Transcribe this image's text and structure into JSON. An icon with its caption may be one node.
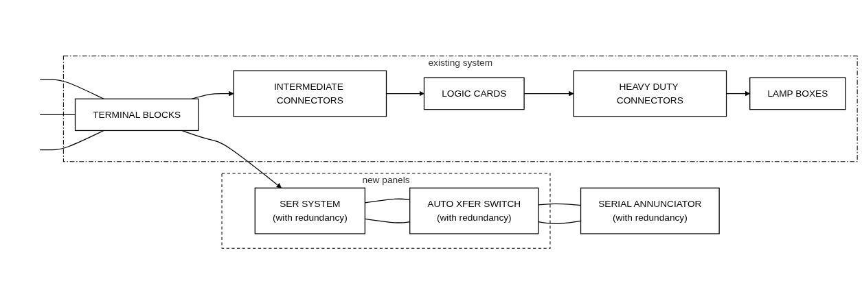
{
  "diagram": {
    "nodes": [
      {
        "text": [
          "existing system"
        ]
      },
      {
        "text": [
          "TERMINAL BLOCKS"
        ],
        "in": 0
      },
      {
        "text": [
          "INTERMEDIATE CONNECTORS"
        ],
        "in": 0
      },
      {
        "text": [
          "LOGIC CARDS"
        ],
        "in": 0
      },
      {
        "text": [
          "HEAVY DUTY CONNECTORS"
        ],
        "in": 0
      },
      {
        "text": [
          "LAMP BOXES"
        ],
        "in": 0
      },
      {
        "text": [
          "new panels"
        ]
      },
      {
        "text": [
          "SER SYSTEM",
          "(with redundancy)"
        ],
        "in": 6
      },
      {
        "text": [
          "AUTO XFER SWITCH",
          "(with redundancy)"
        ],
        "in": 6
      },
      {
        "text": [
          "SERIAL ANNUNCIATOR",
          "(with redundancy)"
        ]
      }
    ],
    "edges": [
      {
        "from": null,
        "to": 1,
        "arrow": "none"
      },
      {
        "from": null,
        "to": 1,
        "arrow": "none"
      },
      {
        "from": null,
        "to": 1,
        "arrow": "none"
      },
      {
        "from": 1,
        "to": 2,
        "arrow": "to"
      },
      {
        "from": 1,
        "to": 7,
        "arrow": "to"
      },
      {
        "from": 2,
        "to": 3,
        "arrow": "to"
      },
      {
        "from": 3,
        "to": 4,
        "arrow": "to"
      },
      {
        "from": 4,
        "to": 5,
        "arrow": "to"
      },
      {
        "from": 7,
        "to": 8,
        "arrow": "none"
      },
      {
        "from": 7,
        "to": 8,
        "arrow": "none"
      },
      {
        "from": 8,
        "to": 9,
        "arrow": "none"
      },
      {
        "from": 8,
        "to": 9,
        "arrow": "none"
      }
    ]
  }
}
